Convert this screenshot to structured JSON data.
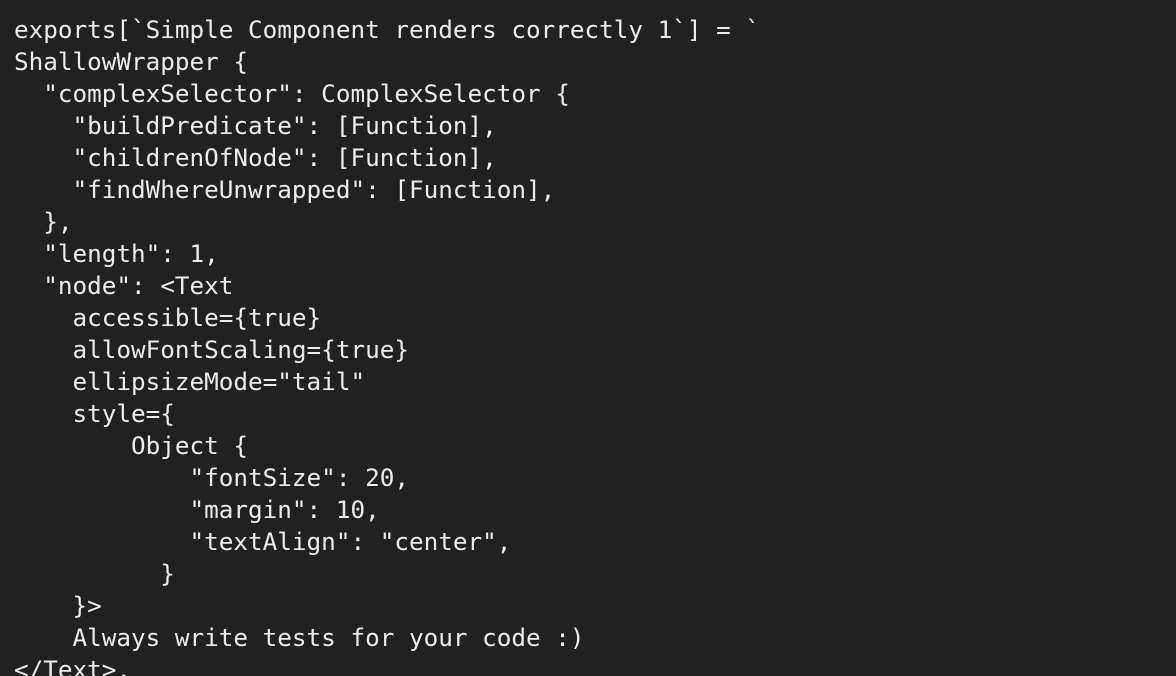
{
  "theme": {
    "background": "#212121",
    "text": "#ededed"
  },
  "code": {
    "lines": [
      "exports[`Simple Component renders correctly 1`] = `",
      "ShallowWrapper {",
      "  \"complexSelector\": ComplexSelector {",
      "    \"buildPredicate\": [Function],",
      "    \"childrenOfNode\": [Function],",
      "    \"findWhereUnwrapped\": [Function],",
      "  },",
      "  \"length\": 1,",
      "  \"node\": <Text",
      "    accessible={true}",
      "    allowFontScaling={true}",
      "    ellipsizeMode=\"tail\"",
      "    style={",
      "        Object {",
      "            \"fontSize\": 20,",
      "            \"margin\": 10,",
      "            \"textAlign\": \"center\",",
      "          }",
      "    }>",
      "    Always write tests for your code :)",
      "</Text>,"
    ]
  }
}
